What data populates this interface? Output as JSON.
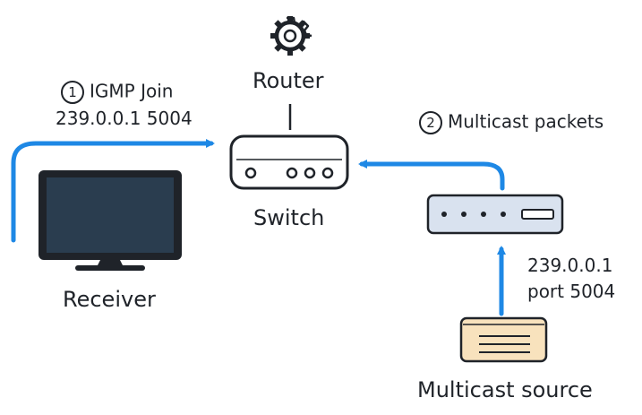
{
  "labels": {
    "router": "Router",
    "switch": "Switch",
    "receiver": "Receiver",
    "multicast_source": "Multicast source"
  },
  "steps": [
    {
      "number": "1",
      "text": "IGMP Join",
      "detail": "239.0.0.1 5004"
    },
    {
      "number": "2",
      "text": "Multicast packets"
    }
  ],
  "source_annotation": {
    "line1": "239.0.0.1",
    "line2": "port 5004"
  },
  "icons": {
    "router": "gear-icon",
    "switch": "switch-icon",
    "receiver": "monitor-icon",
    "relay_device": "network-device-icon",
    "source": "server-icon"
  },
  "colors": {
    "arrow": "#1e88e5",
    "device_fill": "#d9e2ef",
    "source_fill": "#f8e2bd",
    "outline": "#1f2329"
  }
}
